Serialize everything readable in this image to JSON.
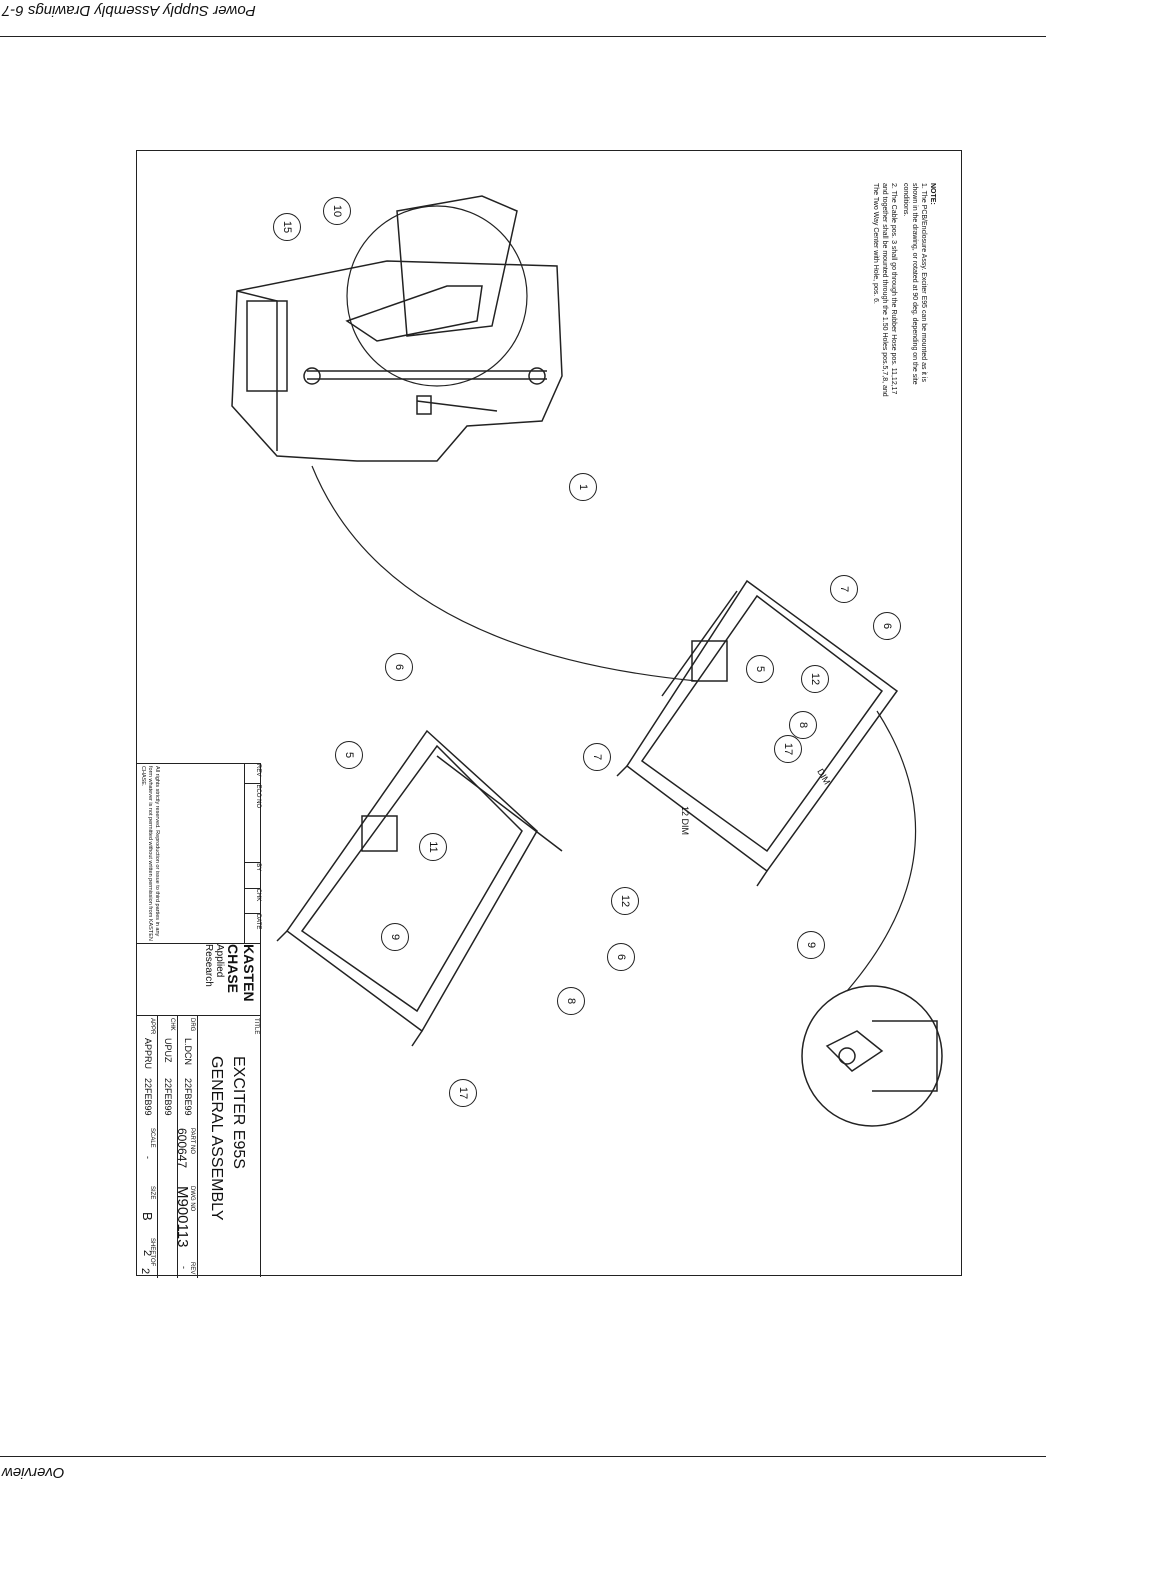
{
  "header": {
    "title": "Power Supply Assembly Drawings 6-7"
  },
  "footer": {
    "section": "Overview"
  },
  "notes": {
    "heading": "NOTE:",
    "items": [
      "1. The PCB/Enclosure Assy. Exciter E95 can be mounted as it is shown in the drawing, or rotated at 90 deg. depending on the site conditions.",
      "2. The Cable pos. 3 shall go through the Rubber Hose pos. 11,12,17 and together shall be mounted through the 1.50 Holes pos.5,7,8, and The Two Way Center with Hole, pos. 6."
    ]
  },
  "callouts": [
    "10",
    "15",
    "1",
    "7",
    "5",
    "6",
    "12",
    "8",
    "17",
    "6",
    "5",
    "7",
    "11",
    "12",
    "6",
    "9",
    "8",
    "17",
    "9"
  ],
  "title_block": {
    "company": "KASTEN CHASE",
    "division": "Applied Research",
    "title_label": "TITLE",
    "title_line1": "EXCITER E95S",
    "title_line2": "GENERAL ASSEMBLY",
    "rev_label": "REV",
    "rev_value": "-",
    "drg_label": "DRG",
    "drg_name": "L.DCN",
    "drg_date": "22FBE99",
    "chk_label": "CHK",
    "chk_name": "UPUZ",
    "chk_date": "22FEB99",
    "appr_label": "APPR",
    "appr_name": "APPRU",
    "appr_date": "22FEB99",
    "part_no_label": "PART NO",
    "part_no": "600647",
    "dwg_no_label": "DWG NO",
    "dwg_no": "M900113",
    "scale_label": "SCALE",
    "scale": "-",
    "size_label": "SIZE",
    "size": "B",
    "sheet_label": "SHEET",
    "sheet": "2",
    "of_label": "OF",
    "sheet_total": "2",
    "revision_headers": [
      "REV",
      "ECO NO",
      "BY",
      "CHK",
      "DATE"
    ],
    "rights": "All rights strictly reserved. Reproduction or issue to third parties in any form whatever is not permitted without written permission from KASTEN CHASE."
  }
}
